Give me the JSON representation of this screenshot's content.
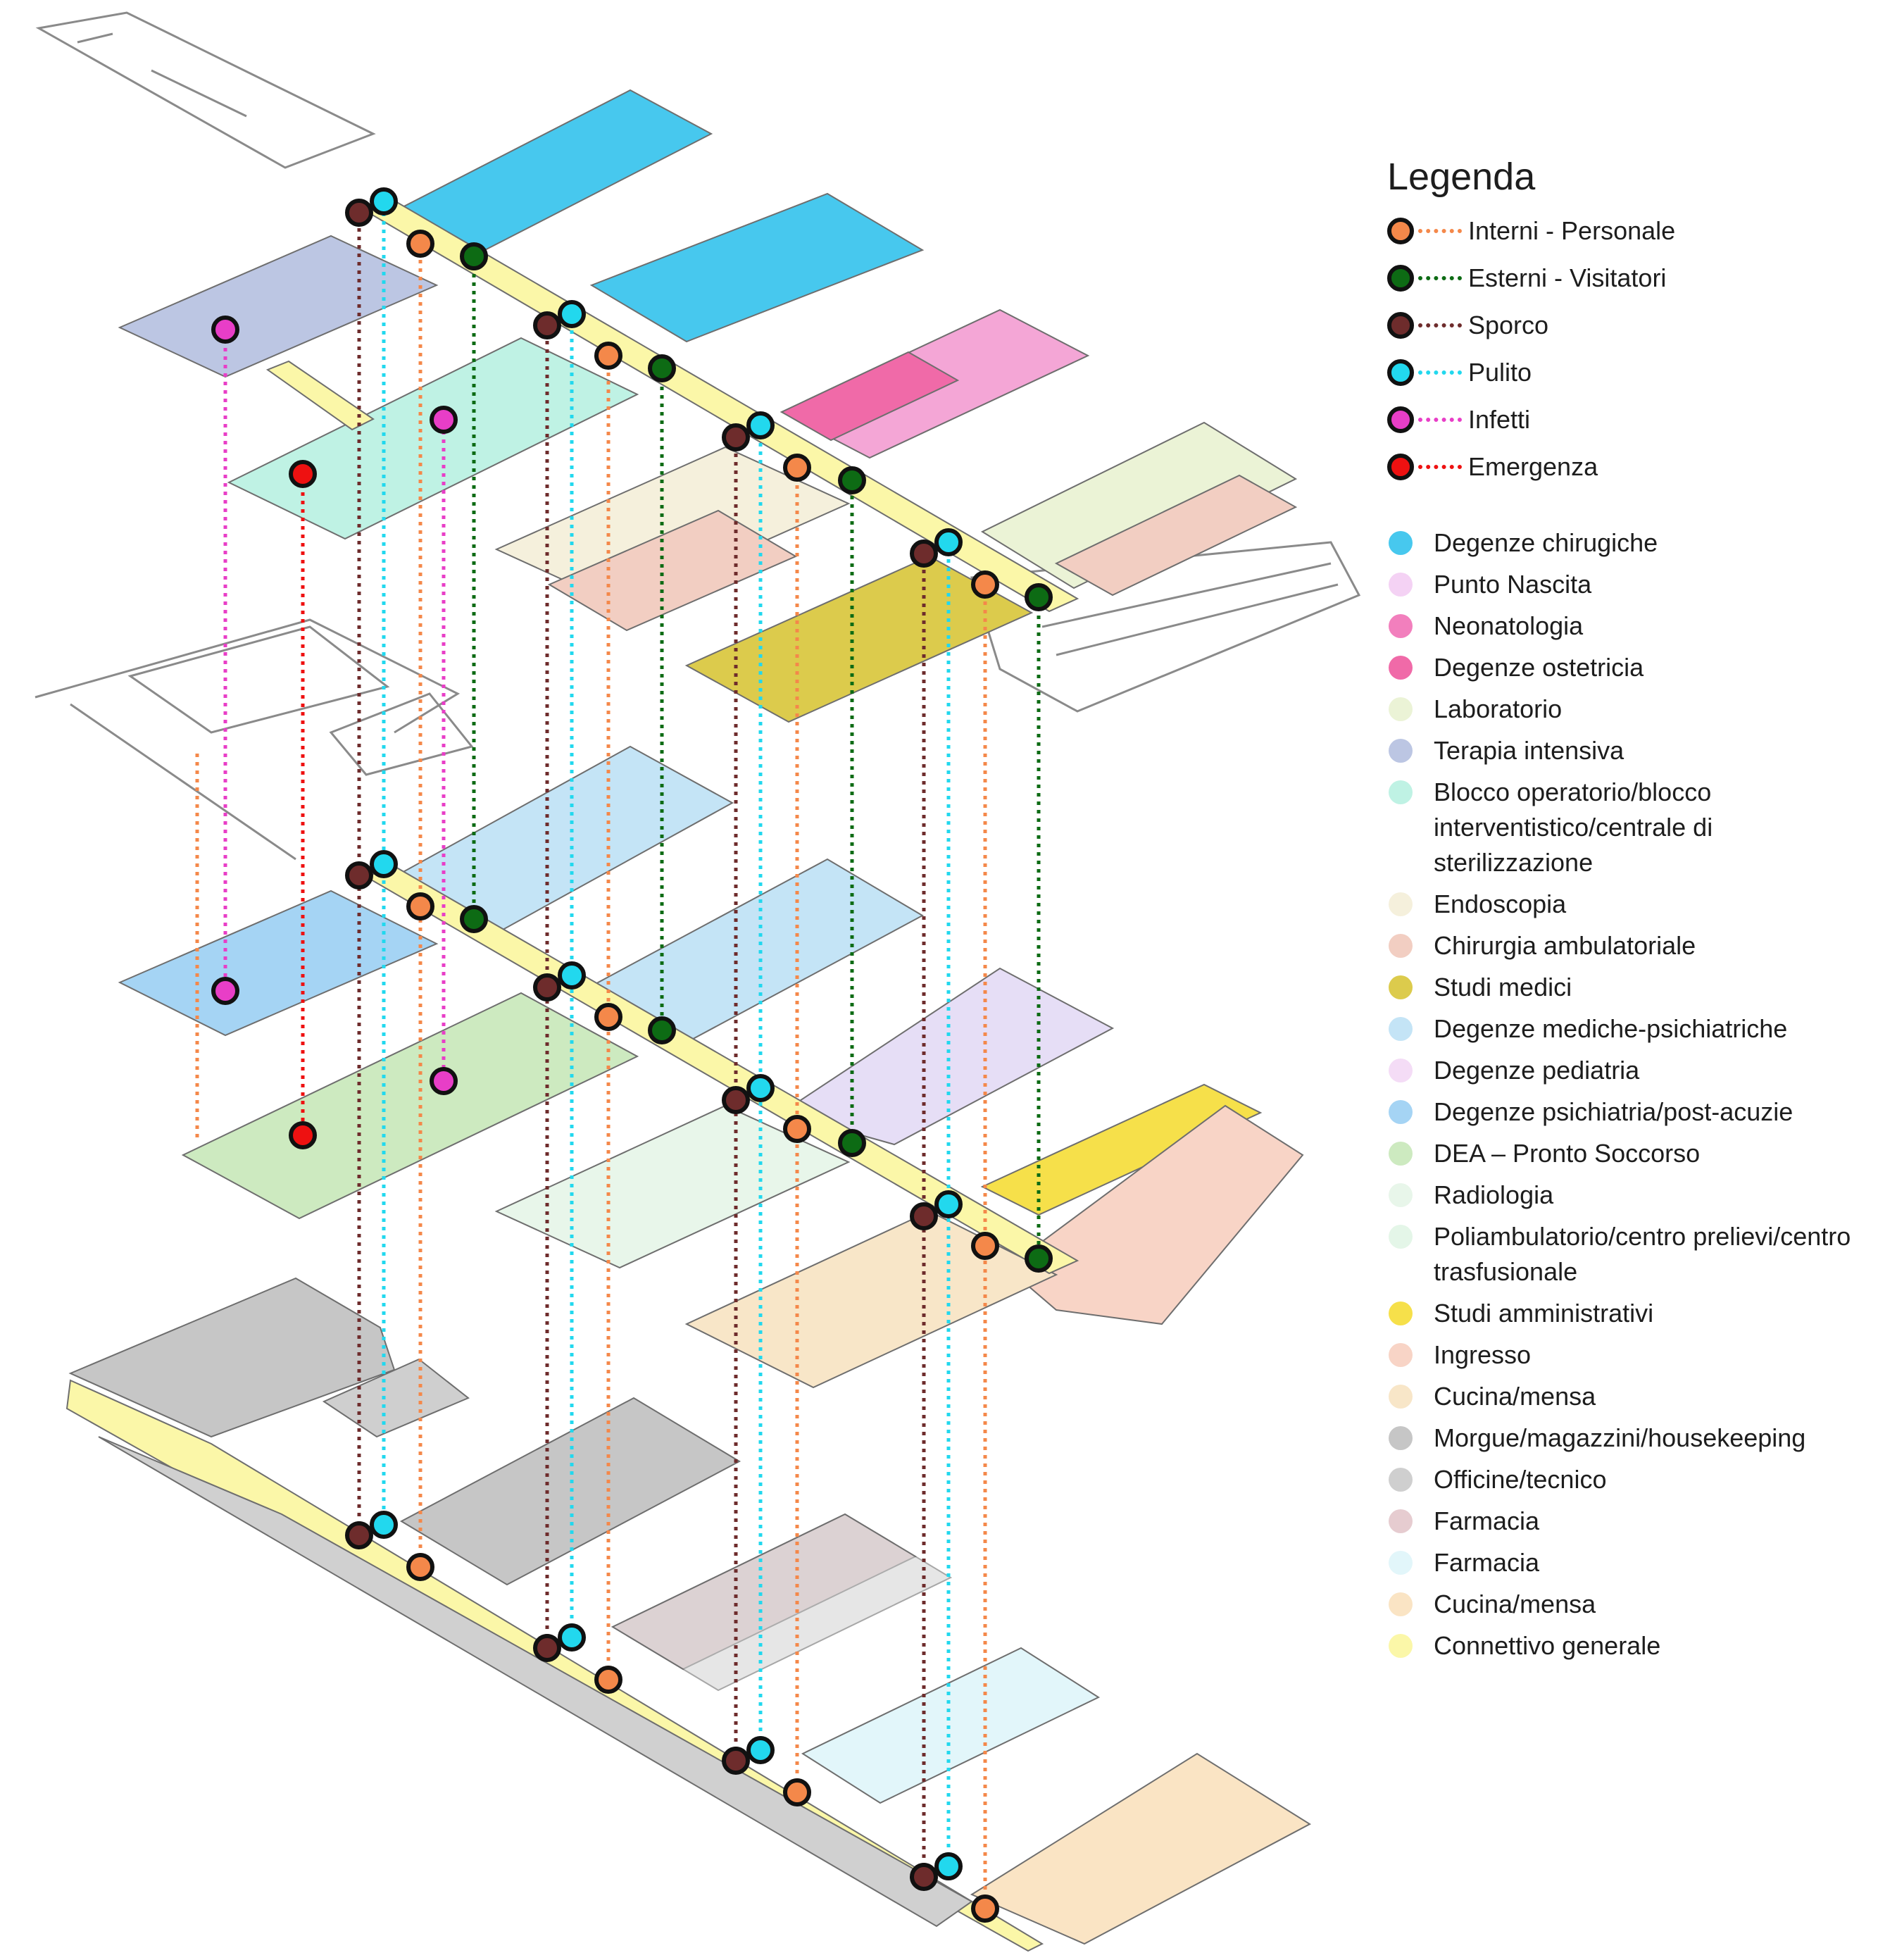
{
  "legend": {
    "title": "Legenda",
    "flows": [
      {
        "label": "Interni - Personale",
        "color": "#f4884a",
        "icon": "dot-dotted-line"
      },
      {
        "label": "Esterni - Visitatori",
        "color": "#0d6b14",
        "icon": "dot-dotted-line"
      },
      {
        "label": "Sporco",
        "color": "#6e2c2c",
        "icon": "dot-dotted-line"
      },
      {
        "label": "Pulito",
        "color": "#22d8ee",
        "icon": "dot-dotted-line"
      },
      {
        "label": "Infetti",
        "color": "#e83ec7",
        "icon": "dot-dotted-line"
      },
      {
        "label": "Emergenza",
        "color": "#ee1111",
        "icon": "dot-dotted-line"
      }
    ],
    "areas": [
      {
        "label": "Degenze chirugiche",
        "color": "#47c8ee"
      },
      {
        "label": "Punto Nascita",
        "color": "#f4d2f4"
      },
      {
        "label": "Neonatologia",
        "color": "#f27fbd"
      },
      {
        "label": "Degenze ostetricia",
        "color": "#f06aa8"
      },
      {
        "label": "Laboratorio",
        "color": "#ebf3d6"
      },
      {
        "label": "Terapia intensiva",
        "color": "#bcc6e3"
      },
      {
        "label": "Blocco operatorio/blocco interventistico/centrale di sterilizzazione",
        "color": "#bff2e4"
      },
      {
        "label": "Endoscopia",
        "color": "#f5f0dc"
      },
      {
        "label": "Chirurgia ambulatoriale",
        "color": "#f2cec2"
      },
      {
        "label": "Studi medici",
        "color": "#dccb4c"
      },
      {
        "label": "Degenze mediche-psichiatriche",
        "color": "#c4e4f6"
      },
      {
        "label": "Degenze pediatria",
        "color": "#f4dcf6"
      },
      {
        "label": "Degenze psichiatria/post-acuzie",
        "color": "#a5d4f4"
      },
      {
        "label": "DEA – Pronto Soccorso",
        "color": "#cdeac0"
      },
      {
        "label": "Radiologia",
        "color": "#e8f6ea"
      },
      {
        "label": "Poliambulatorio/centro prelievi/centro trasfusionale",
        "color": "#e4f6e8"
      },
      {
        "label": "Studi amministrativi",
        "color": "#f6e04a"
      },
      {
        "label": "Ingresso",
        "color": "#f8d4c6"
      },
      {
        "label": "Cucina/mensa",
        "color": "#f8e6c8"
      },
      {
        "label": "Morgue/magazzini/housekeeping",
        "color": "#c6c6c6"
      },
      {
        "label": "Officine/tecnico",
        "color": "#cfcfcf"
      },
      {
        "label": "Farmacia",
        "color": "#e6ccd0"
      },
      {
        "label": "Farmacia",
        "color": "#e2f6fa"
      },
      {
        "label": "Cucina/mensa",
        "color": "#fae4c4"
      },
      {
        "label": "Connettivo generale",
        "color": "#fbf7a8"
      }
    ]
  }
}
